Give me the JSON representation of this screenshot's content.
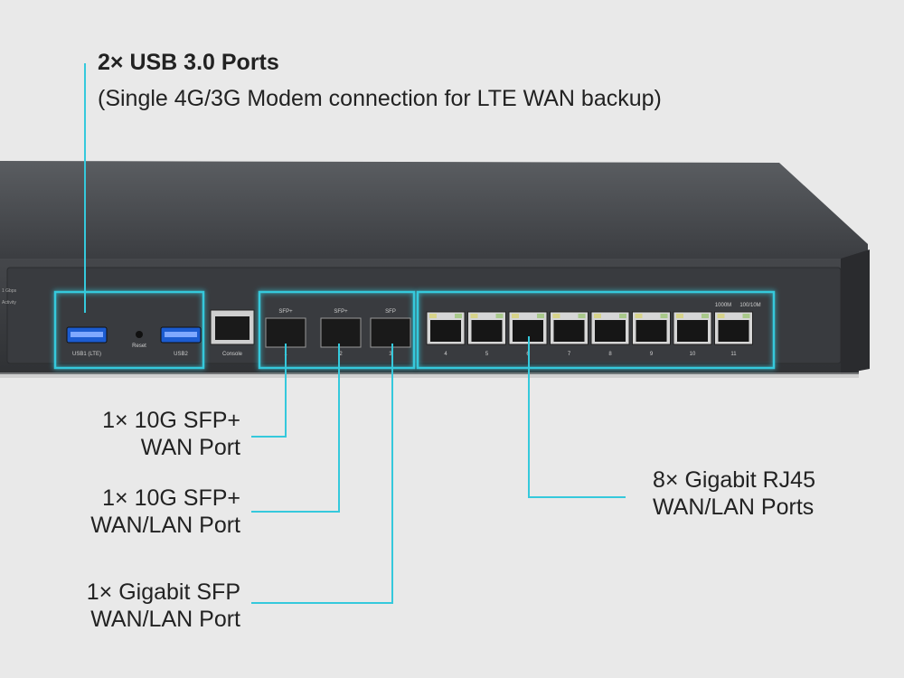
{
  "callouts": {
    "usb": {
      "title": "2× USB 3.0 Ports",
      "subtitle": "(Single 4G/3G Modem connection for LTE WAN backup)"
    },
    "sfp_wan": {
      "line1": "1× 10G SFP+",
      "line2": "WAN Port"
    },
    "sfp_wanlan": {
      "line1": "1× 10G SFP+",
      "line2": "WAN/LAN Port"
    },
    "sfp_gigabit": {
      "line1": "1× Gigabit SFP",
      "line2": "WAN/LAN Port"
    },
    "rj45": {
      "line1": "8× Gigabit RJ45",
      "line2": "WAN/LAN Ports"
    }
  },
  "device": {
    "left_leds": [
      "1 Gbps",
      "Activity"
    ],
    "usb1_label": "USB1 (LTE)",
    "reset_label": "Reset",
    "usb2_label": "USB2",
    "console_label": "Console",
    "sfp_labels": [
      "SFP+",
      "SFP+",
      "SFP"
    ],
    "sfp_numbers": [
      "1",
      "2",
      "3"
    ],
    "rj45_legend": [
      "1000M",
      "100/10M"
    ],
    "rj45_numbers": [
      "4",
      "5",
      "6",
      "7",
      "8",
      "9",
      "10",
      "11"
    ]
  },
  "colors": {
    "background": "#e9e9e9",
    "chassis": "#3f4144",
    "highlight": "#35c9dc",
    "text": "#222222"
  }
}
